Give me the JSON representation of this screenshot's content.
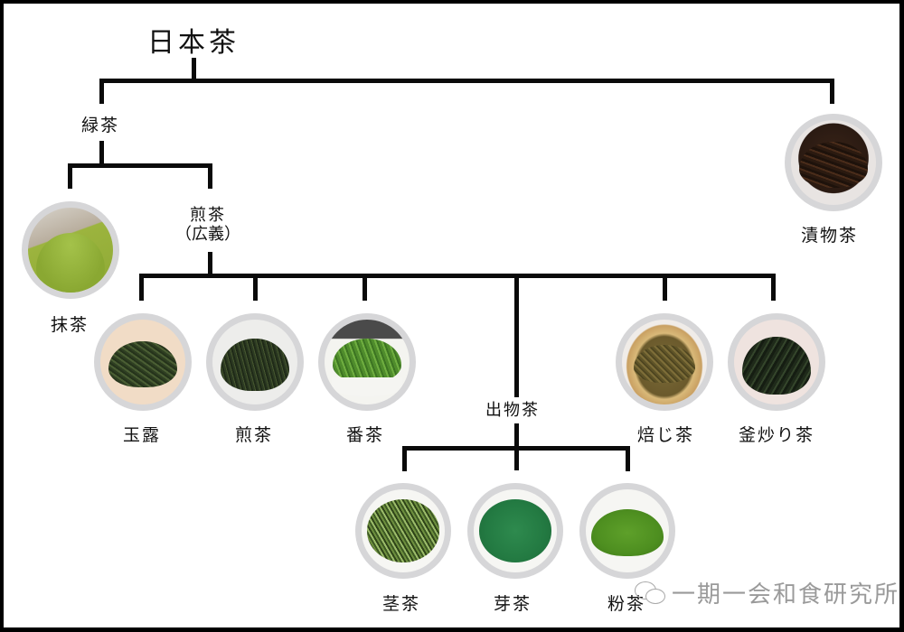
{
  "root": {
    "label": "日本茶"
  },
  "branches": {
    "green": {
      "label": "緑茶"
    },
    "fermented": {
      "label": "漬物茶",
      "image": "dark-fermented-tea-leaves"
    }
  },
  "green_children": {
    "matcha": {
      "label": "抹茶",
      "image": "matcha-powder"
    },
    "sencha_broad": {
      "label_line1": "煎茶",
      "label_line2": "（広義）"
    }
  },
  "sencha_children": [
    {
      "key": "gyokuro",
      "label": "玉露",
      "image": "gyokuro-leaves"
    },
    {
      "key": "sencha",
      "label": "煎茶",
      "image": "sencha-leaves"
    },
    {
      "key": "bancha",
      "label": "番茶",
      "image": "bancha-in-bowl"
    },
    {
      "key": "demonocha",
      "label": "出物茶"
    },
    {
      "key": "hojicha",
      "label": "焙じ茶",
      "image": "hojicha-in-basket"
    },
    {
      "key": "kamairicha",
      "label": "釜炒り茶",
      "image": "kamairicha-leaves"
    }
  ],
  "demonocha_children": [
    {
      "key": "kukicha",
      "label": "茎茶",
      "image": "kukicha-stems"
    },
    {
      "key": "mecha",
      "label": "芽茶",
      "image": "mecha-buds"
    },
    {
      "key": "konacha",
      "label": "粉茶",
      "image": "konacha-powder"
    }
  ],
  "watermark": {
    "text": "一期一会和食研究所",
    "icon": "wechat-icon"
  },
  "colors": {
    "line": "#0a0a0a",
    "ring": "#d6d6d8",
    "frame": "#000000",
    "watermark": "#9a9a9a"
  }
}
